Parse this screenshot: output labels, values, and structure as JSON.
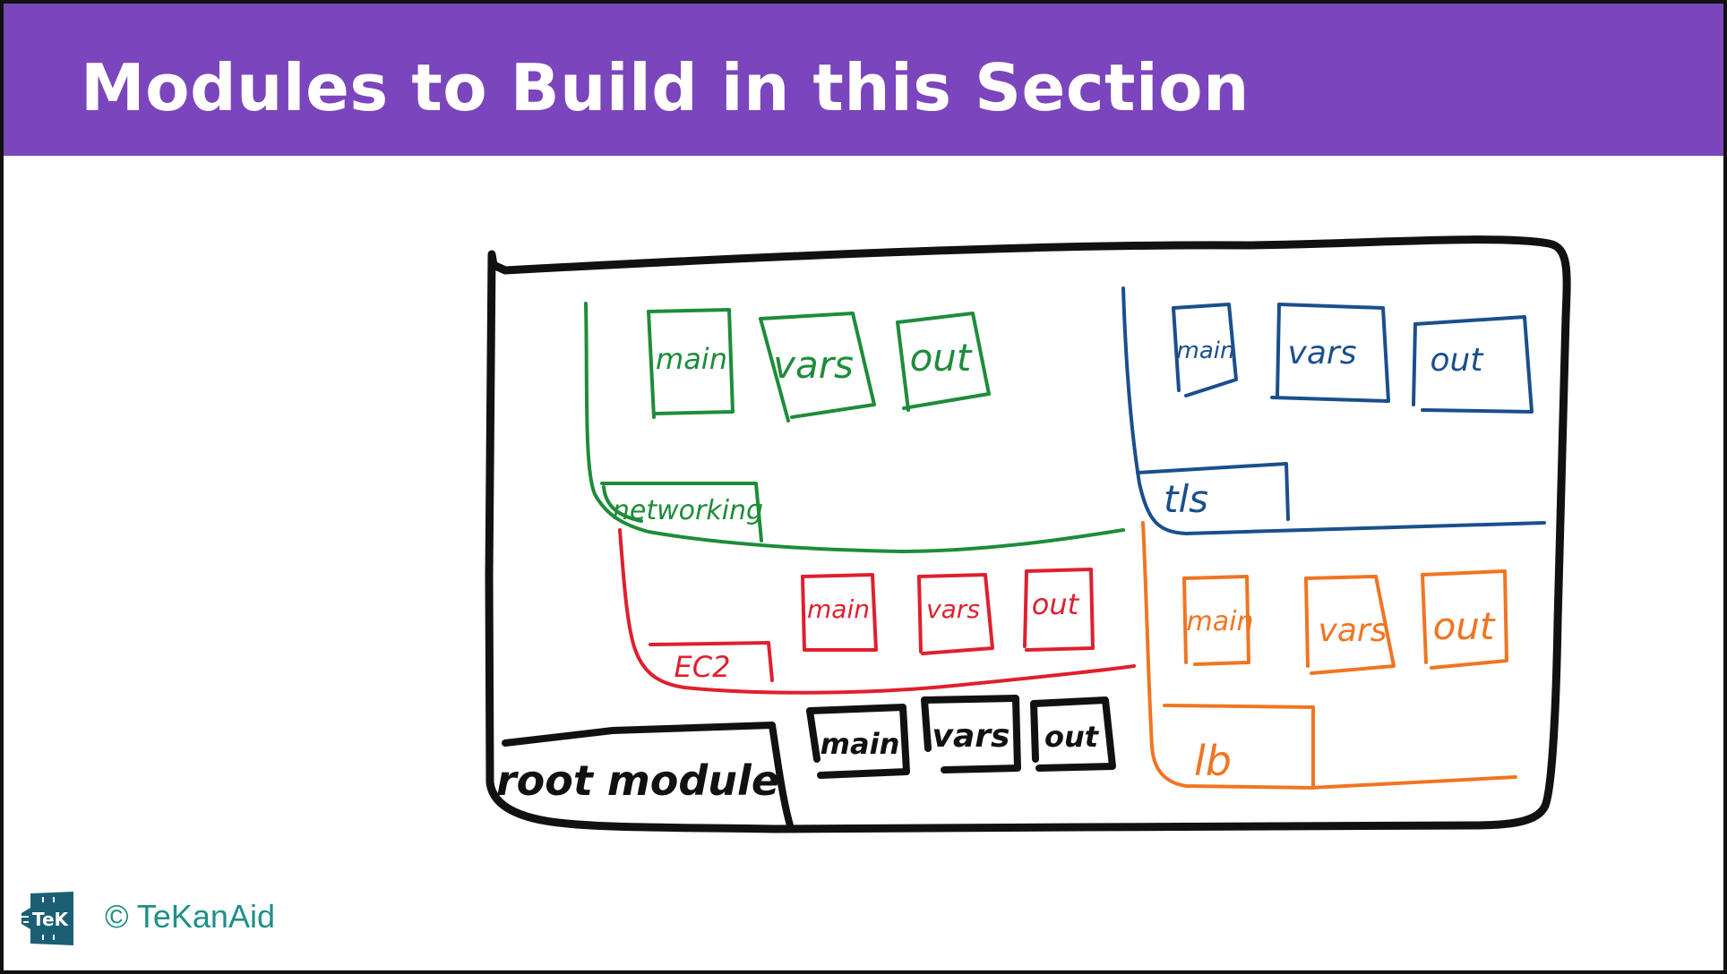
{
  "slide": {
    "title": "Modules to Build in this Section",
    "footer": "© TeKanAid",
    "logo_text": "TeK"
  },
  "colors": {
    "header": "#7b45bd",
    "networking": "#1e8c3a",
    "tls": "#1a4f8c",
    "ec2": "#e01f2d",
    "lb": "#f07522",
    "root": "#111111",
    "footer": "#1f8f88",
    "logo": "#1b5f73"
  },
  "diagram": {
    "modules": [
      {
        "name": "networking",
        "files": [
          "main",
          "vars",
          "out"
        ]
      },
      {
        "name": "tls",
        "files": [
          "main",
          "vars",
          "out"
        ]
      },
      {
        "name": "EC2",
        "files": [
          "main",
          "vars",
          "out"
        ]
      },
      {
        "name": "lb",
        "files": [
          "main",
          "vars",
          "out"
        ]
      },
      {
        "name": "root module",
        "files": [
          "main",
          "vars",
          "out"
        ]
      }
    ]
  }
}
